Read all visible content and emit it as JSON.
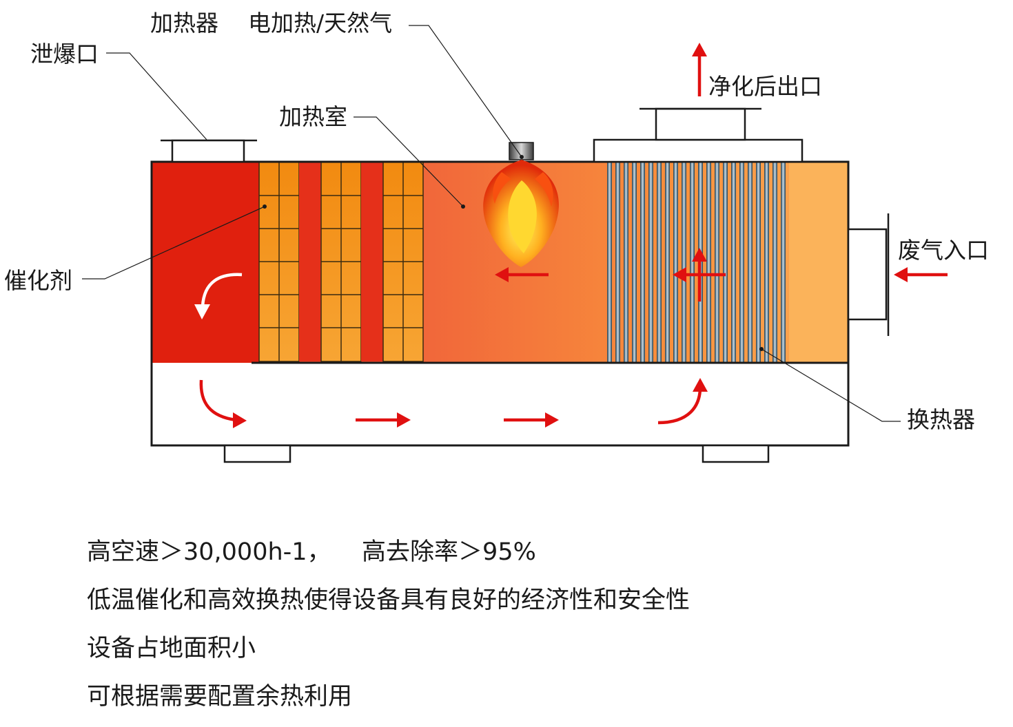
{
  "labels": {
    "heater": "加热器",
    "heat_source": "电加热/天然气",
    "explosion_vent": "泄爆口",
    "heating_chamber": "加热室",
    "clean_outlet": "净化后出口",
    "catalyst": "催化剂",
    "exhaust_inlet": "废气入口",
    "heat_exchanger": "换热器"
  },
  "features": [
    "高空速＞30,000h-1，    高去除率＞95%",
    "低温催化和高效换热使得设备具有良好的经济性和安全性",
    "设备占地面积小",
    "可根据需要配置余热利用"
  ],
  "colors": {
    "flow_arrow": "#e01010",
    "flow_arrow_white": "#ffffff",
    "catalyst_chamber": "#e0200e",
    "catalyst_block": "#f59a1c",
    "heating_zone": "#f26a2c",
    "inlet_zone": "#fbb35a",
    "tubes": "#4a6f86"
  }
}
